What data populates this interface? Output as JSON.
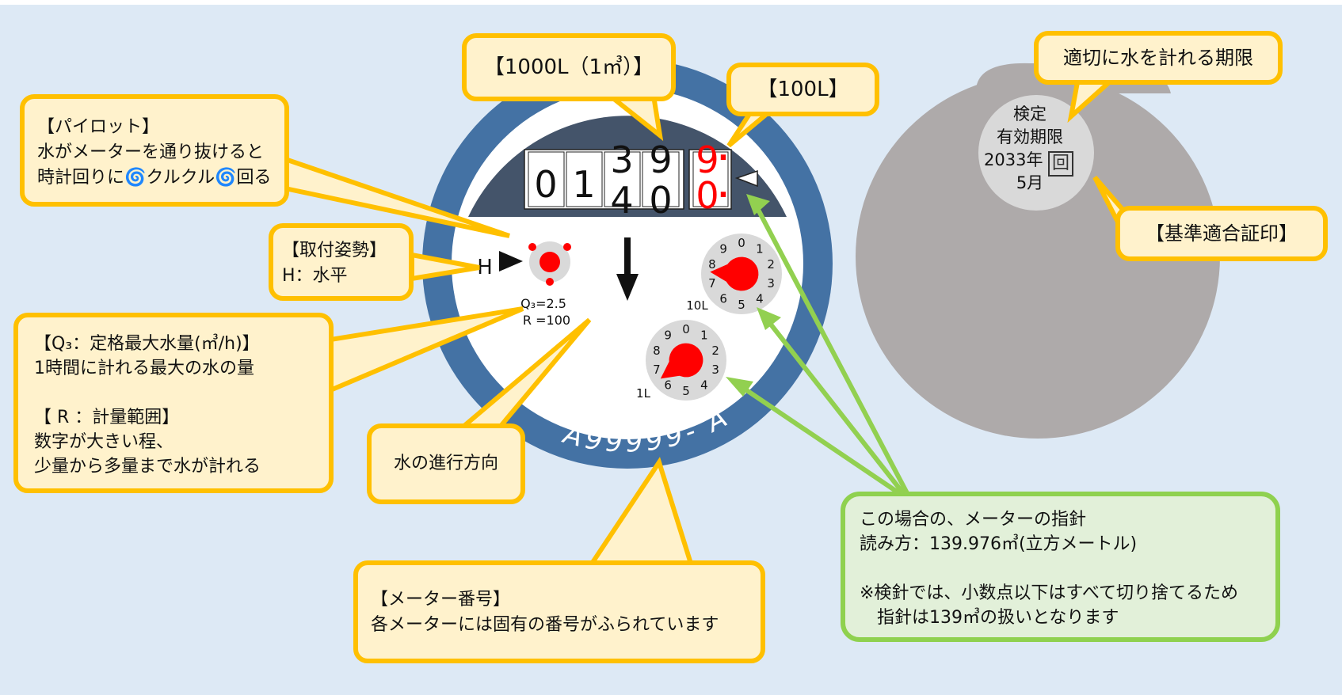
{
  "colors": {
    "background": "#dde9f5",
    "callout_fill": "#fff2cc",
    "callout_border": "#ffc000",
    "note_fill": "#e2f0d9",
    "note_border": "#8fd14f",
    "meter_ring": "#4472a4",
    "counter_panel": "#44546a",
    "pointer_red": "#ff0000",
    "dial_gray": "#d9d9d9",
    "meter_body_gray": "#aeaaaa"
  },
  "meter": {
    "odometer": {
      "digits": [
        "0",
        "1",
        "3",
        "9"
      ],
      "rolling_lower": [
        "4",
        "0"
      ],
      "red_upper": "9",
      "red_lower": "0",
      "red_dash_upper": "·",
      "red_dash_lower": "·"
    },
    "mounting_mark": "H",
    "q3_label": "Q₃=2.5",
    "r_label": "R =100",
    "serial": "A99999- A",
    "dial_10l": {
      "label": "10L",
      "numbers": [
        "0",
        "1",
        "2",
        "3",
        "4",
        "5",
        "6",
        "7",
        "8",
        "9"
      ],
      "reading": 7.6
    },
    "dial_1l": {
      "label": "1L",
      "numbers": [
        "0",
        "1",
        "2",
        "3",
        "4",
        "5",
        "6",
        "7",
        "8",
        "9"
      ],
      "reading": 6.5
    }
  },
  "seal": {
    "line1": "検定",
    "line2": "有効期限",
    "year": "2033年",
    "month": "5月",
    "mark": "回"
  },
  "callouts": {
    "k1000": "【1000L（1㎥）】",
    "k100": "【100L】",
    "pilot": [
      "【パイロット】",
      "水がメーターを通り抜けると",
      "時計回りに🌀クルクル🌀回る"
    ],
    "mount": [
      "【取付姿勢】",
      "H：水平"
    ],
    "q3r": [
      "【Q₃：定格最大水量(㎥/h)】",
      "1時間に計れる最大の水の量",
      "",
      "【 R ：計量範囲】",
      "数字が大きい程、",
      "少量から多量まで水が計れる"
    ],
    "flow": "水の進行方向",
    "serial": [
      "【メーター番号】",
      "各メーターには固有の番号がふられています"
    ],
    "validity": "適切に水を計れる期限",
    "cert": "【基準適合証印】",
    "reading": [
      "この場合の、メーターの指針",
      "読み方：139.976㎥(立方メートル)",
      "",
      "※検針では、小数点以下はすべて切り捨てるため",
      "　指針は139㎥の扱いとなります"
    ]
  }
}
